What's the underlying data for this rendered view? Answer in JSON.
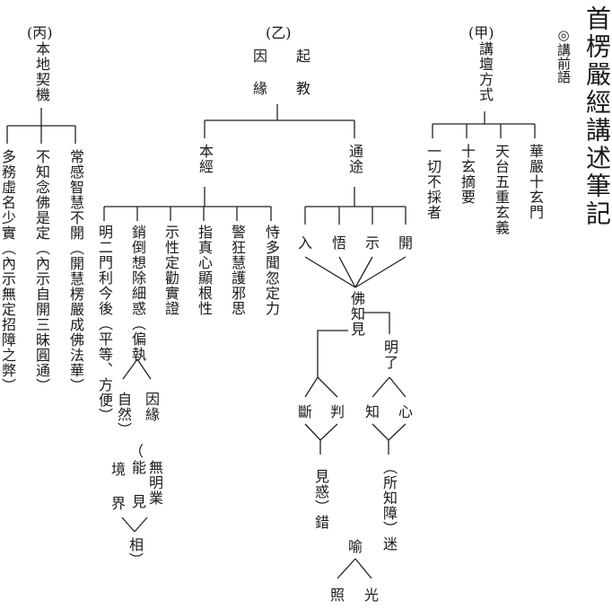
{
  "title": "首楞嚴經講述筆記",
  "subtitle": "◎講前語",
  "sections": {
    "jia": {
      "mark": "(甲)",
      "label": "講壇方式",
      "items": [
        "華嚴十玄門",
        "天台五重玄義",
        "十玄摘要",
        "一切不採者"
      ]
    },
    "yi": {
      "mark": "(乙)",
      "label_a": "因　起",
      "label_b": "緣　教",
      "branch_left": "本經",
      "branch_right": "通途",
      "left_items": [
        "恃多聞忽定力",
        "警狂慧護邪思",
        "指真心顯根性",
        "示性定勸實證",
        "銷倒想除細惑（偏執",
        "明二門利今後（平等、方便）"
      ],
      "right_top": [
        "開",
        "示",
        "悟",
        "入"
      ],
      "center": "佛知見",
      "ming_liao": "明了",
      "zhi_xin": [
        "知",
        "心"
      ],
      "suozhi": "（所知障）迷",
      "duan_pan": [
        "斷",
        "判"
      ],
      "jianhuo": "見惑）錯",
      "yu": "喻",
      "zhao_guang": [
        "照",
        "光"
      ],
      "ziran": "自然）",
      "yinyuan": "因緣",
      "paren_open": "（",
      "wuming": "無明業",
      "neng_jian": [
        "能",
        "見"
      ],
      "jing": "境",
      "jie": "界",
      "xiang": "相）"
    },
    "bing": {
      "mark": "(丙)",
      "label": "本地契機",
      "items": [
        "常感智慧不開（開慧楞嚴成佛法華）",
        "不知念佛是定（內示自開三昧圓通）",
        "多務虛名少實（內示無定招障之弊）"
      ]
    }
  }
}
